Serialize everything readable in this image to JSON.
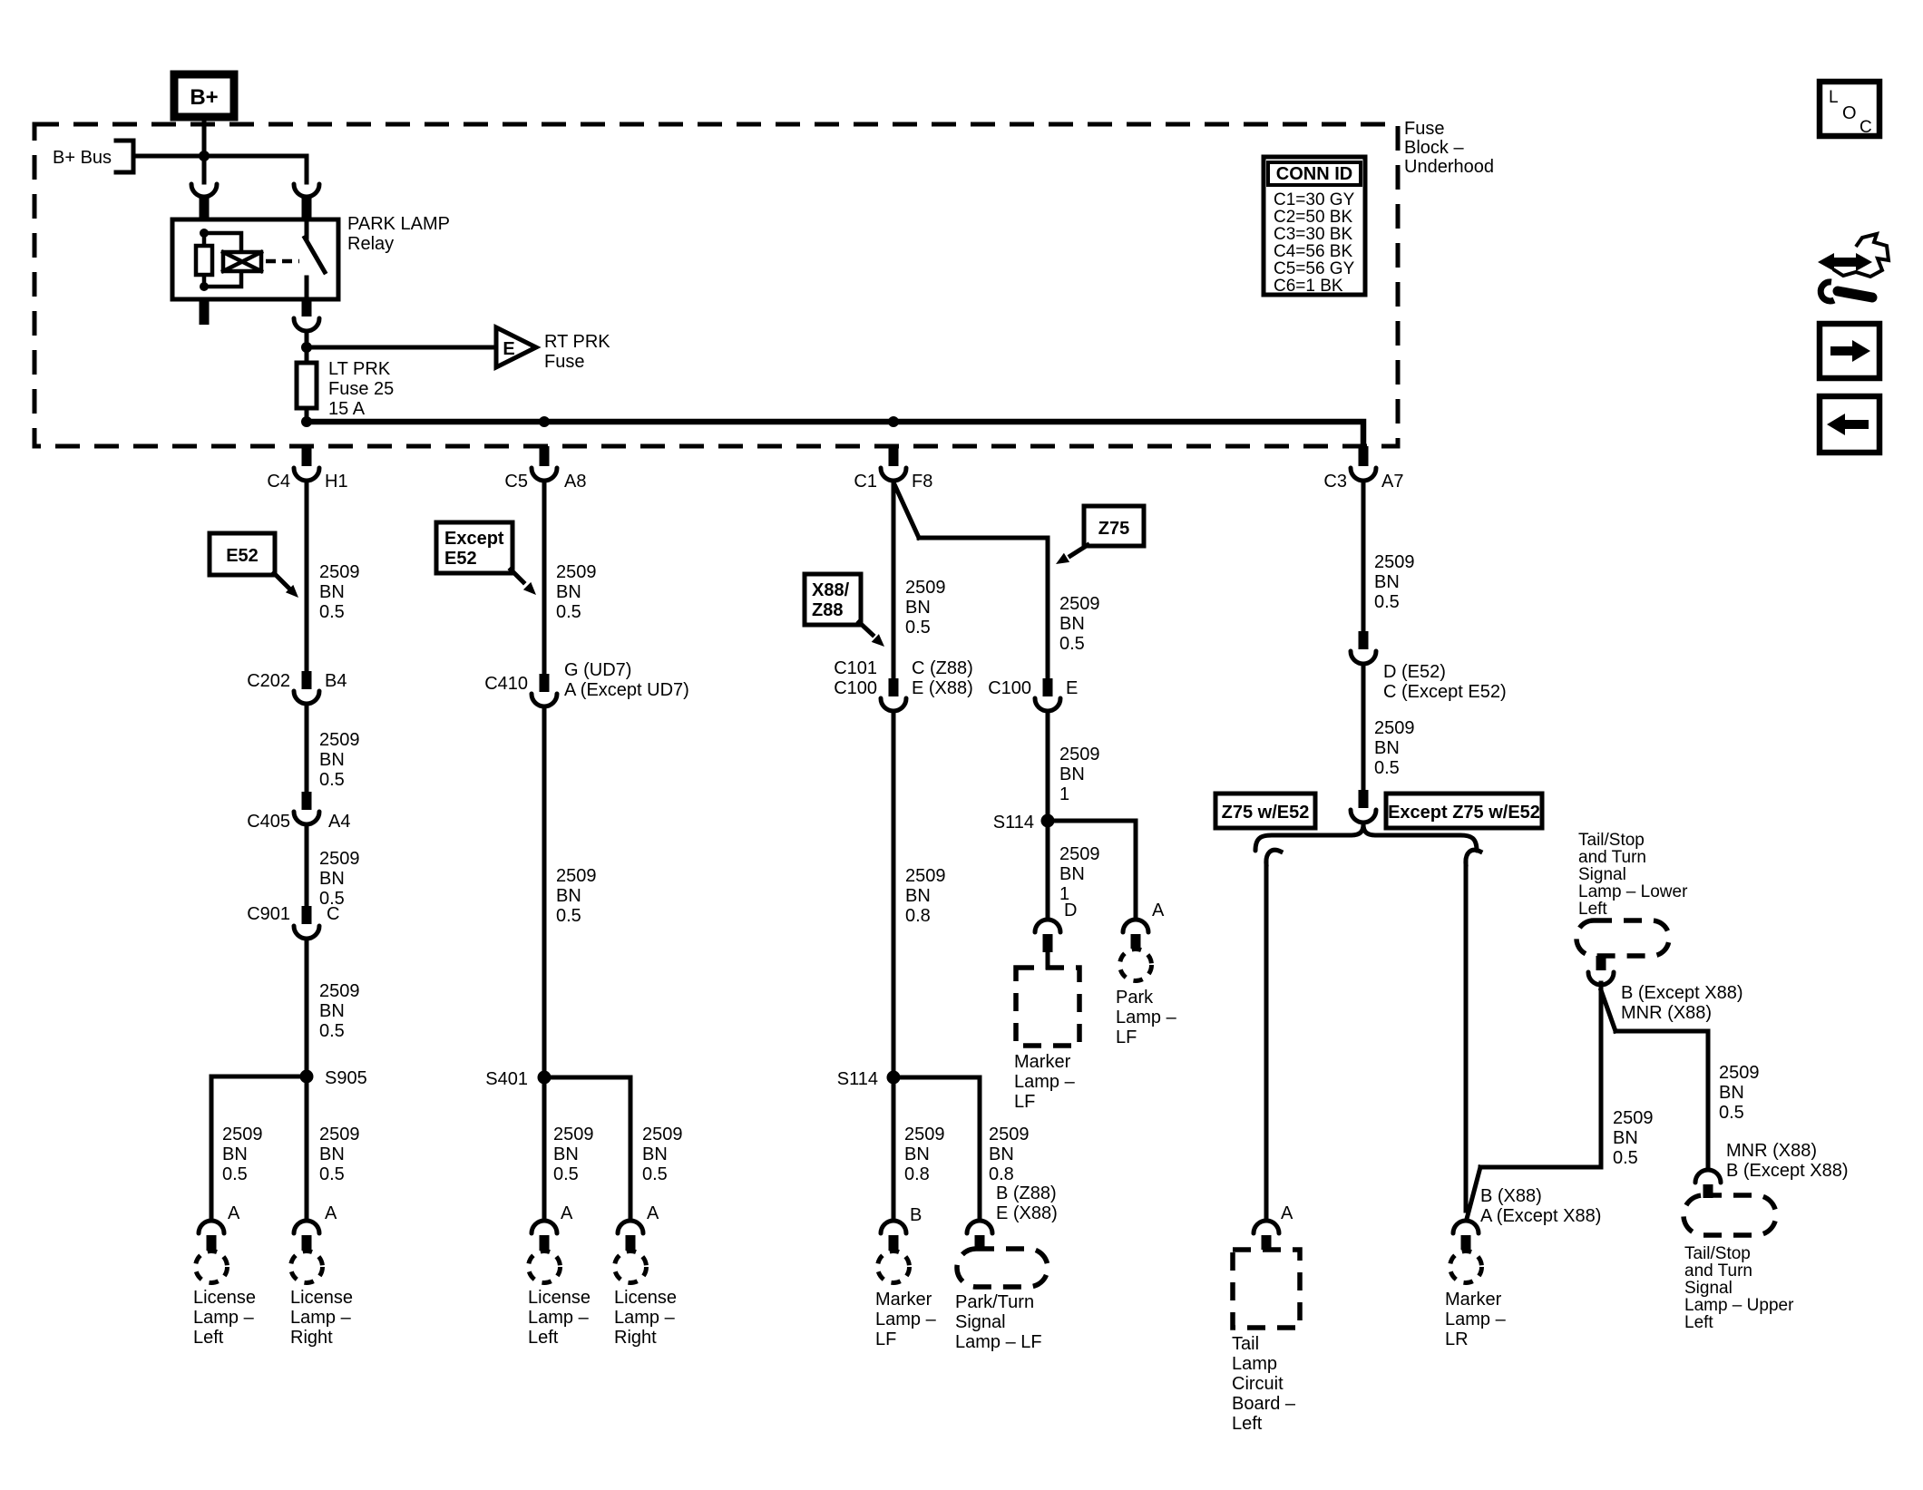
{
  "diagram": {
    "power": {
      "b_plus": "B+",
      "b_plus_bus": "B+ Bus",
      "relay": [
        "PARK LAMP",
        "Relay"
      ],
      "lt_fuse": [
        "LT PRK",
        "Fuse 25",
        "15 A"
      ],
      "rt_fuse": [
        "RT PRK",
        "Fuse"
      ],
      "rt_fuse_ref": "E"
    },
    "fuse_block": {
      "label": [
        "Fuse",
        "Block –",
        "Underhood"
      ],
      "conn_id_header": "CONN ID",
      "conn_id_rows": [
        "C1=30 GY",
        "C2=50 BK",
        "C3=30 BK",
        "C4=56 BK",
        "C5=56 GY",
        "C6=1 BK"
      ]
    },
    "callouts": {
      "e52": "E52",
      "except_e52": [
        "Except",
        "E52"
      ],
      "x88_z88": [
        "X88/",
        "Z88"
      ],
      "z75": "Z75",
      "z75_w_e52": "Z75 w/E52",
      "except_z75_w_e52": "Except Z75 w/E52"
    },
    "wire": {
      "bn05": [
        "2509",
        "BN",
        "0.5"
      ],
      "bn08": [
        "2509",
        "BN",
        "0.8"
      ],
      "bn1": [
        "2509",
        "BN",
        "1"
      ]
    },
    "connectors": {
      "c4": "C4",
      "h1": "H1",
      "c5": "C5",
      "a8": "A8",
      "c1": "C1",
      "f8": "F8",
      "c3": "C3",
      "a7": "A7",
      "c202": "C202",
      "b4": "B4",
      "c405": "C405",
      "a4": "A4",
      "c901": "C901",
      "c": "C",
      "c410": "C410",
      "g_ud7": "G (UD7)",
      "a_except_ud7": "A (Except UD7)",
      "c101": "C101",
      "c100": "C100",
      "c_z88": "C (Z88)",
      "e_x88": "E (X88)",
      "e": "E",
      "d_e52": "D (E52)",
      "c_except_e52": "C (Except E52)",
      "s905": "S905",
      "s401": "S401",
      "s114": "S114",
      "a": "A",
      "b": "B",
      "d": "D",
      "b_z88": "B (Z88)",
      "b_x88": "B (X88)",
      "a_except_x88": "A (Except X88)",
      "b_except_x88": "B (Except X88)",
      "mnr_x88": "MNR (X88)"
    },
    "lamps": {
      "license_left": [
        "License",
        "Lamp –",
        "Left"
      ],
      "license_right": [
        "License",
        "Lamp –",
        "Right"
      ],
      "marker_lf": [
        "Marker",
        "Lamp –",
        "LF"
      ],
      "park_lf": [
        "Park",
        "Lamp –",
        "LF"
      ],
      "park_turn_lf": [
        "Park/Turn",
        "Signal",
        "Lamp – LF"
      ],
      "marker_lr": [
        "Marker",
        "Lamp –",
        "LR"
      ],
      "tail_board_left": [
        "Tail",
        "Lamp",
        "Circuit",
        "Board –",
        "Left"
      ],
      "tailstop_lower_left": [
        "Tail/Stop",
        "and Turn",
        "Signal",
        "Lamp – Lower",
        "Left"
      ],
      "tailstop_upper_left": [
        "Tail/Stop",
        "and Turn",
        "Signal",
        "Lamp – Upper",
        "Left"
      ]
    },
    "nav": {
      "loc": [
        "L",
        "O",
        "C"
      ]
    }
  }
}
